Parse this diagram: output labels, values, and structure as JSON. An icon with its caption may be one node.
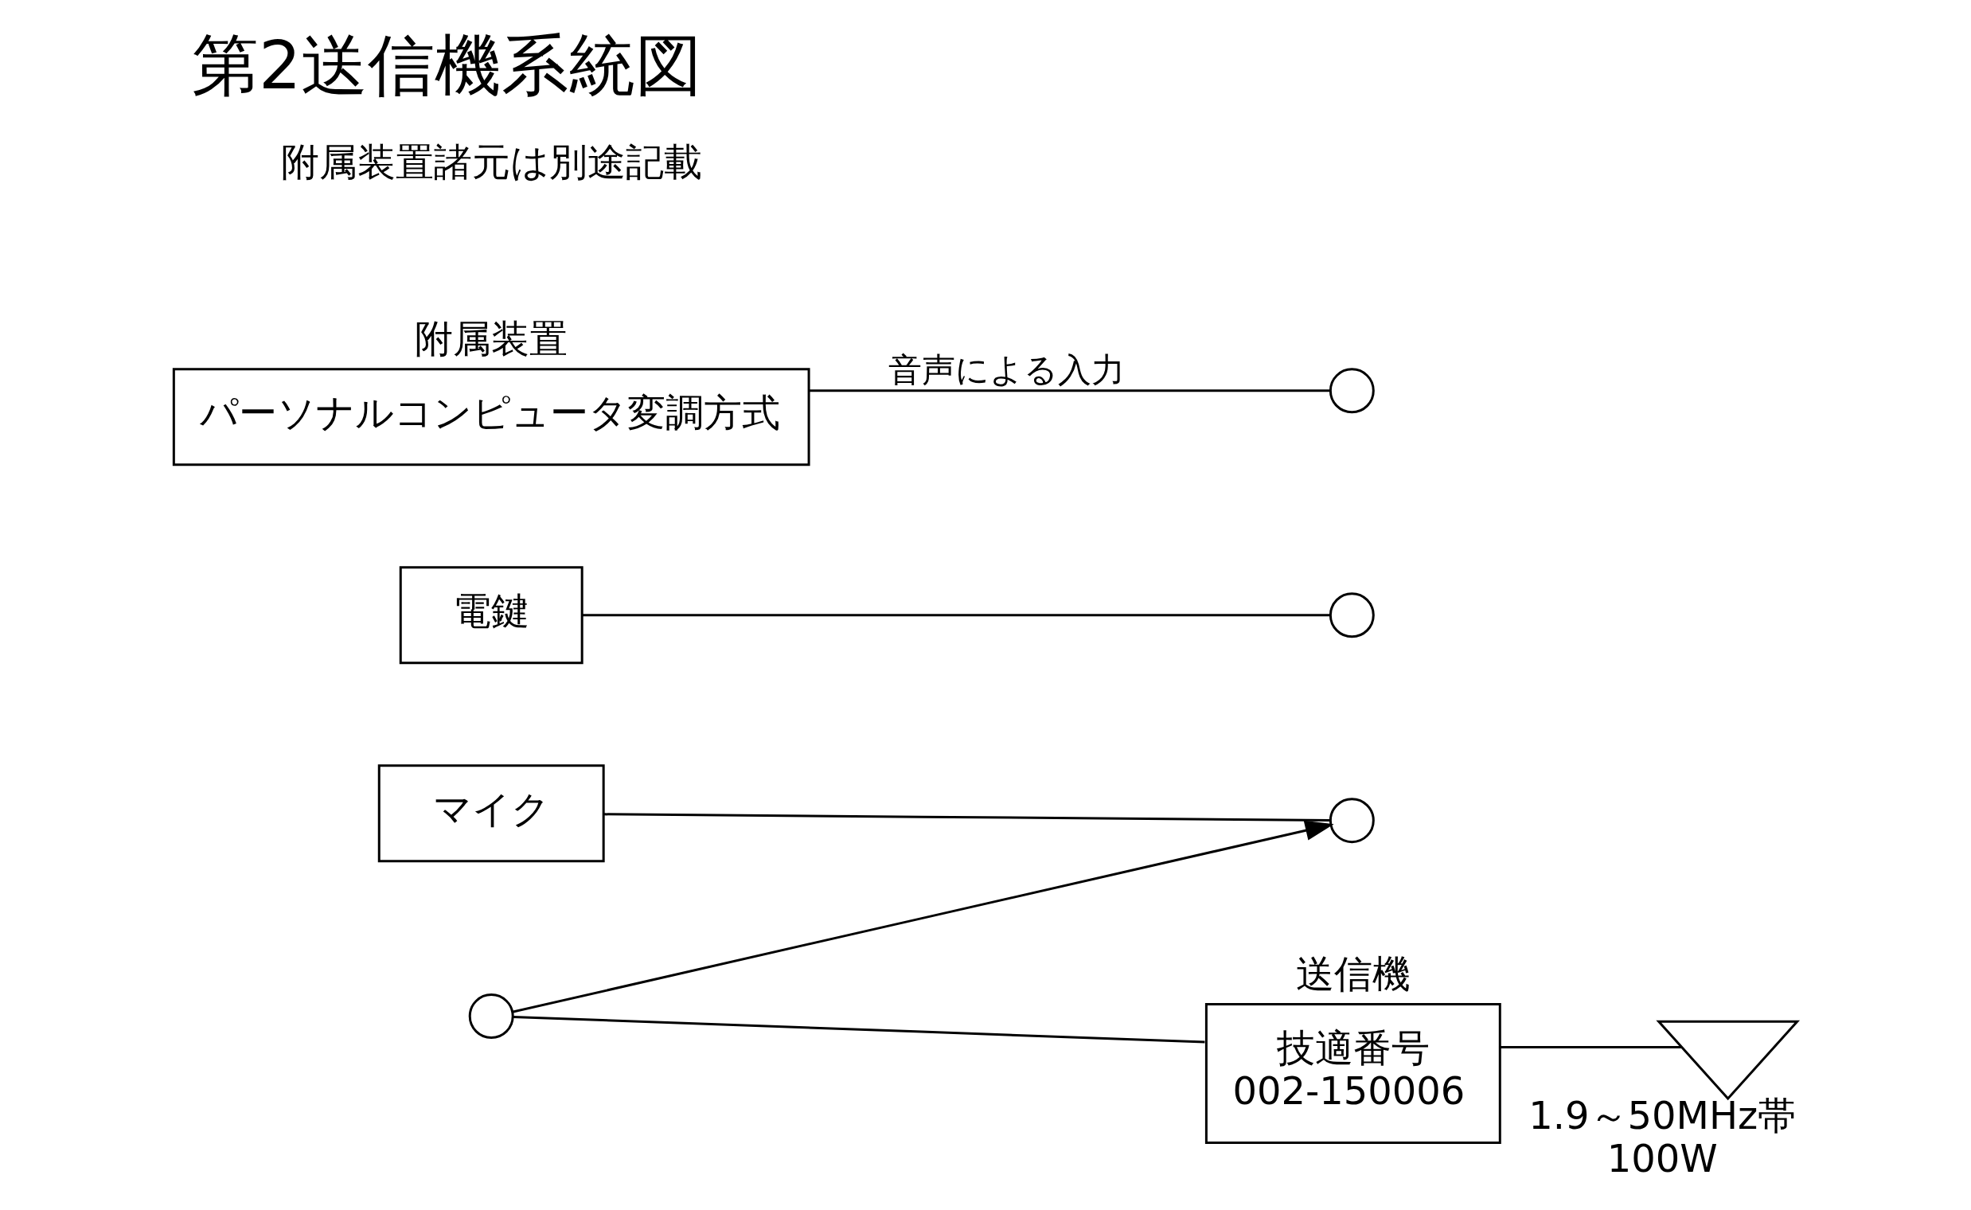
{
  "diagram": {
    "title": "第2送信機系統図",
    "nodes": [
      {
        "text": [
          "マイク"
        ]
      },
      {
        "text": [
          "電鍵"
        ]
      },
      {
        "text": [
          "附属装置",
          "パーソナルコンピュータ変調方式"
        ]
      },
      {
        "text": [
          "送信機",
          "技適番号",
          "002-150006"
        ]
      },
      {
        "text": [],
        "shape": "triangle",
        "beside": [
          "1.9～50MHz帯",
          "100W"
        ]
      },
      {
        "text": [],
        "shape": "circle"
      },
      {
        "text": [],
        "shape": "circle"
      },
      {
        "text": [],
        "shape": "circle"
      },
      {
        "text": [],
        "shape": "circle"
      }
    ],
    "edges": [
      {
        "from": 0,
        "to": 5,
        "arrow": "none"
      },
      {
        "from": 1,
        "to": 6,
        "arrow": "none"
      },
      {
        "from": 2,
        "to": 7,
        "arrow": "none",
        "label": "音声による入力"
      },
      {
        "from": 8,
        "to": 3,
        "arrow": "none"
      },
      {
        "from": 3,
        "to": 4,
        "arrow": "none"
      },
      {
        "from": 8,
        "to": 5,
        "arrow": "to"
      }
    ],
    "labels": [
      "附属装置諸元は別途記載"
    ]
  }
}
